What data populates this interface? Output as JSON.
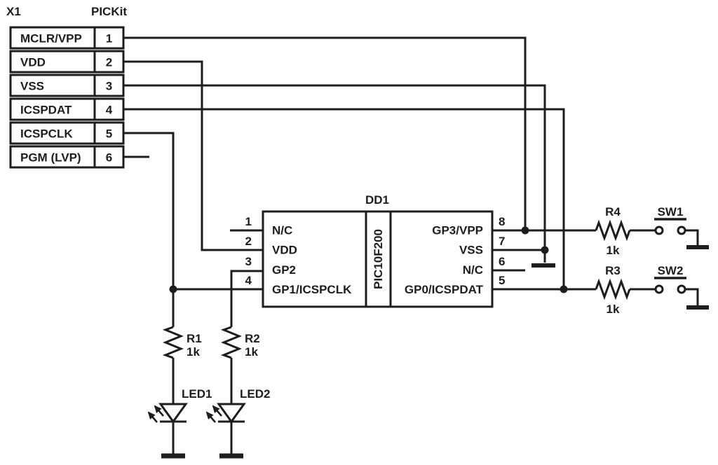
{
  "figure": {
    "kind": "circuit-schematic"
  },
  "colors": {
    "ink": "#1d1d1d",
    "background": "#ffffff"
  },
  "connector": {
    "ref": "X1",
    "heading": "PICKit",
    "pins": [
      {
        "num": "1",
        "label": "MCLR/VPP"
      },
      {
        "num": "2",
        "label": "VDD"
      },
      {
        "num": "3",
        "label": "VSS"
      },
      {
        "num": "4",
        "label": "ICSPDAT"
      },
      {
        "num": "5",
        "label": "ICSPCLK"
      },
      {
        "num": "6",
        "label": "PGM (LVP)"
      }
    ]
  },
  "ic": {
    "ref": "DD1",
    "part": "PIC10F200",
    "left_pins": [
      {
        "num": "1",
        "label": "N/C"
      },
      {
        "num": "2",
        "label": "VDD"
      },
      {
        "num": "3",
        "label": "GP2"
      },
      {
        "num": "4",
        "label": "GP1/ICSPCLK"
      }
    ],
    "right_pins": [
      {
        "num": "8",
        "label": "GP3/VPP"
      },
      {
        "num": "7",
        "label": "VSS"
      },
      {
        "num": "6",
        "label": "N/C"
      },
      {
        "num": "5",
        "label": "GP0/ICSPDAT"
      }
    ]
  },
  "resistors": {
    "r1": {
      "ref": "R1",
      "value": "1k"
    },
    "r2": {
      "ref": "R2",
      "value": "1k"
    },
    "r3": {
      "ref": "R3",
      "value": "1k"
    },
    "r4": {
      "ref": "R4",
      "value": "1k"
    }
  },
  "leds": {
    "led1": {
      "ref": "LED1"
    },
    "led2": {
      "ref": "LED2"
    }
  },
  "switches": {
    "sw1": {
      "ref": "SW1"
    },
    "sw2": {
      "ref": "SW2"
    }
  }
}
